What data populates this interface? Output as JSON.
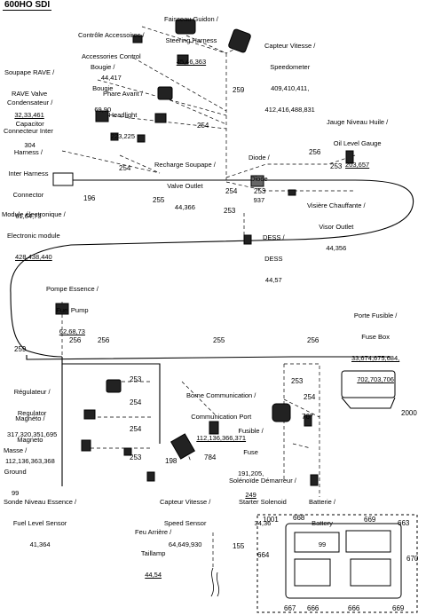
{
  "title": "600HO SDI",
  "footer": "",
  "labels": [
    {
      "id": "steering",
      "lines": [
        "Faisceau Guidon /",
        "Steering Harness"
      ],
      "ref": "45,46,363"
    },
    {
      "id": "accessories",
      "lines": [
        "Contrôle Accessoires /",
        "Accessories Control"
      ],
      "ref": "44,417"
    },
    {
      "id": "speedo",
      "lines": [
        "Capteur Vitesse /",
        "Speedometer"
      ],
      "ref": "409,410,411,",
      "ref2": "412,416,488,831"
    },
    {
      "id": "bougie",
      "lines": [
        "Bougie /",
        "Bougie"
      ],
      "ref": "69,90"
    },
    {
      "id": "valve",
      "lines": [
        "Soupape RAVE /",
        "RAVE Valve"
      ],
      "ref": "32,33,461"
    },
    {
      "id": "headlight",
      "lines": [
        "Phare Avant /",
        "Headlight"
      ],
      "ref": "223,225"
    },
    {
      "id": "capacitor",
      "lines": [
        "Condensateur /",
        "Capacitor"
      ],
      "ref": "304"
    },
    {
      "id": "connector",
      "lines": [
        "Connecteur Inter",
        "Harness /",
        "Inter Harness",
        "Connector"
      ],
      "ref": "61,64,73"
    },
    {
      "id": "valveoutlet",
      "lines": [
        "Recharge Soupape /",
        "Valve Outlet"
      ],
      "ref": "44,366"
    },
    {
      "id": "oilgauge",
      "lines": [
        "Jauge Niveau Huile /",
        "Oil Level Gauge"
      ],
      "ref": "203,657"
    },
    {
      "id": "diode",
      "lines": [
        "Diode /",
        "Diode"
      ],
      "ref": "937"
    },
    {
      "id": "ecu",
      "lines": [
        "Module électronique /",
        "Electronic module"
      ],
      "ref": "428,438,440"
    },
    {
      "id": "visorplug",
      "lines": [
        "Visière Chauffante /",
        "Visor Outlet"
      ],
      "ref": "44,356"
    },
    {
      "id": "dess",
      "lines": [
        "DESS /",
        "DESS"
      ],
      "ref": "44,57"
    },
    {
      "id": "fuelpump",
      "lines": [
        "Pompe Essence /",
        "Fuel Pump"
      ],
      "ref": "62,68,73"
    },
    {
      "id": "fusebox",
      "lines": [
        "Porte Fusible /",
        "Fuse Box"
      ],
      "ref": "33,674,675,684,",
      "ref2": "702,703,706"
    },
    {
      "id": "regulator",
      "lines": [
        "Régulateur /",
        "Regulator"
      ],
      "ref": "317,320,351,695"
    },
    {
      "id": "magneto",
      "lines": [
        "Magnéto /",
        "Magneto"
      ],
      "ref": "112,136,363,368"
    },
    {
      "id": "ground",
      "lines": [
        "Masse /",
        "Ground"
      ],
      "ref": "99"
    },
    {
      "id": "fuelcomm",
      "lines": [
        "Borne Communication /",
        "Communication Port"
      ],
      "ref": "112,136,366,371"
    },
    {
      "id": "fuse",
      "lines": [
        "Fusible /",
        "Fuse"
      ],
      "ref": "191,205,",
      "ref2": "249"
    },
    {
      "id": "fuelsensor",
      "lines": [
        "Sonde Niveau Essence /",
        "Fuel Level Sensor"
      ],
      "ref": "41,364"
    },
    {
      "id": "speedsensor",
      "lines": [
        "Capteur Vitesse /",
        "Speed Sensor"
      ],
      "ref": "64,649,930"
    },
    {
      "id": "solenoid",
      "lines": [
        "Solénoïde Démarreur /",
        "Starter Solenoid"
      ],
      "ref": "34,36"
    },
    {
      "id": "battery",
      "lines": [
        "Batterie /",
        "Battery"
      ],
      "ref": "99"
    },
    {
      "id": "taillamp",
      "lines": [
        "Feu Arrière /",
        "Taillamp"
      ],
      "ref": "44,54"
    }
  ],
  "numbers": [
    "259",
    "254",
    "256",
    "253",
    "254",
    "196",
    "255",
    "254",
    "253",
    "253",
    "256",
    "259",
    "256",
    "255",
    "256",
    "253",
    "254",
    "253",
    "254",
    "767",
    "254",
    "253",
    "198",
    "784",
    "2000",
    "155",
    "1001",
    "668",
    "669",
    "663",
    "664",
    "670",
    "667",
    "666",
    "666",
    "669"
  ]
}
